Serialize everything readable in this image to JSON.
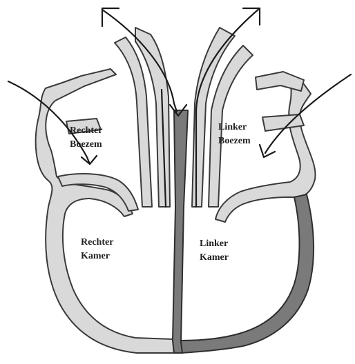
{
  "labels": {
    "right_atrium": [
      "Rechter",
      "Boezem"
    ],
    "left_atrium": [
      "Linker",
      "Boezem"
    ],
    "right_ventricle": [
      "Rechter",
      "Kamer"
    ],
    "left_ventricle": [
      "Linker",
      "Kamer"
    ]
  },
  "colors": {
    "wall": "#d9d9d9",
    "left_ventricle_wall": "#7a7a7a",
    "outline": "#3a3a3a",
    "arrows": "#1a1a1a"
  }
}
